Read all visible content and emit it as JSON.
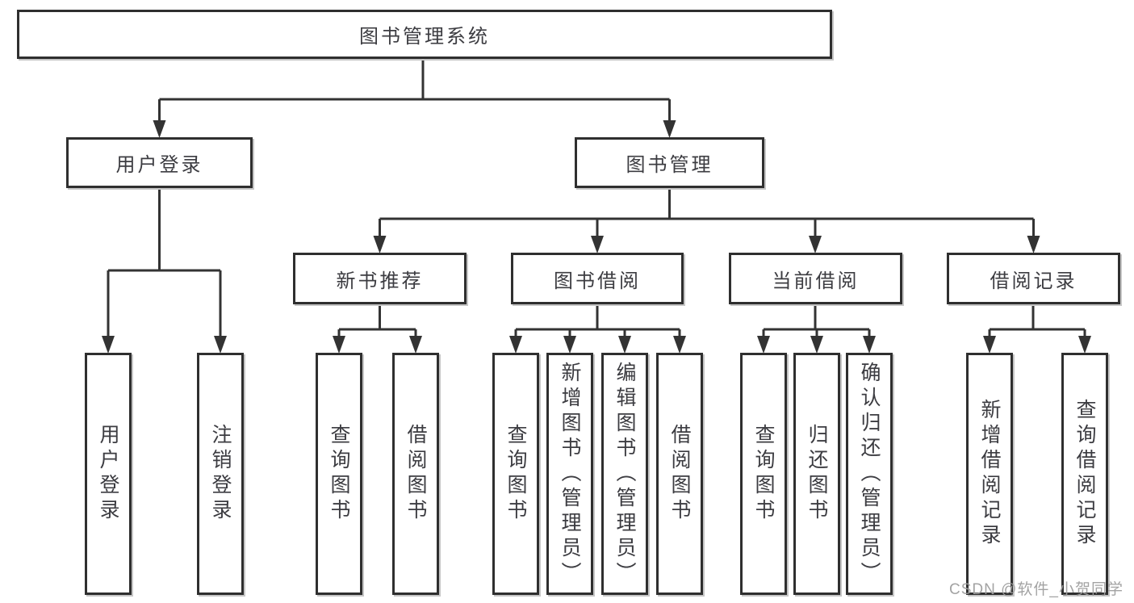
{
  "tree": {
    "root": "图书管理系统",
    "branches": [
      {
        "label": "用户登录",
        "children": [
          "用户登录",
          "注销登录"
        ]
      },
      {
        "label": "图书管理",
        "sections": [
          {
            "label": "新书推荐",
            "children": [
              "查询图书",
              "借阅图书"
            ]
          },
          {
            "label": "图书借阅",
            "children": [
              "查询图书",
              "新增图书（管理员）",
              "编辑图书（管理员）",
              "借阅图书"
            ]
          },
          {
            "label": "当前借阅",
            "children": [
              "查询图书",
              "归还图书",
              "确认归还（管理员）"
            ]
          },
          {
            "label": "借阅记录",
            "children": [
              "新增借阅记录",
              "查询借阅记录"
            ]
          }
        ]
      }
    ]
  },
  "watermark": "CSDN @软件_小贺同学",
  "colors": {
    "line": "#333333",
    "box_border": "#2f2f2f",
    "text": "#3c3c41",
    "watermark": "#9e9e9e",
    "background": "#ffffff"
  }
}
